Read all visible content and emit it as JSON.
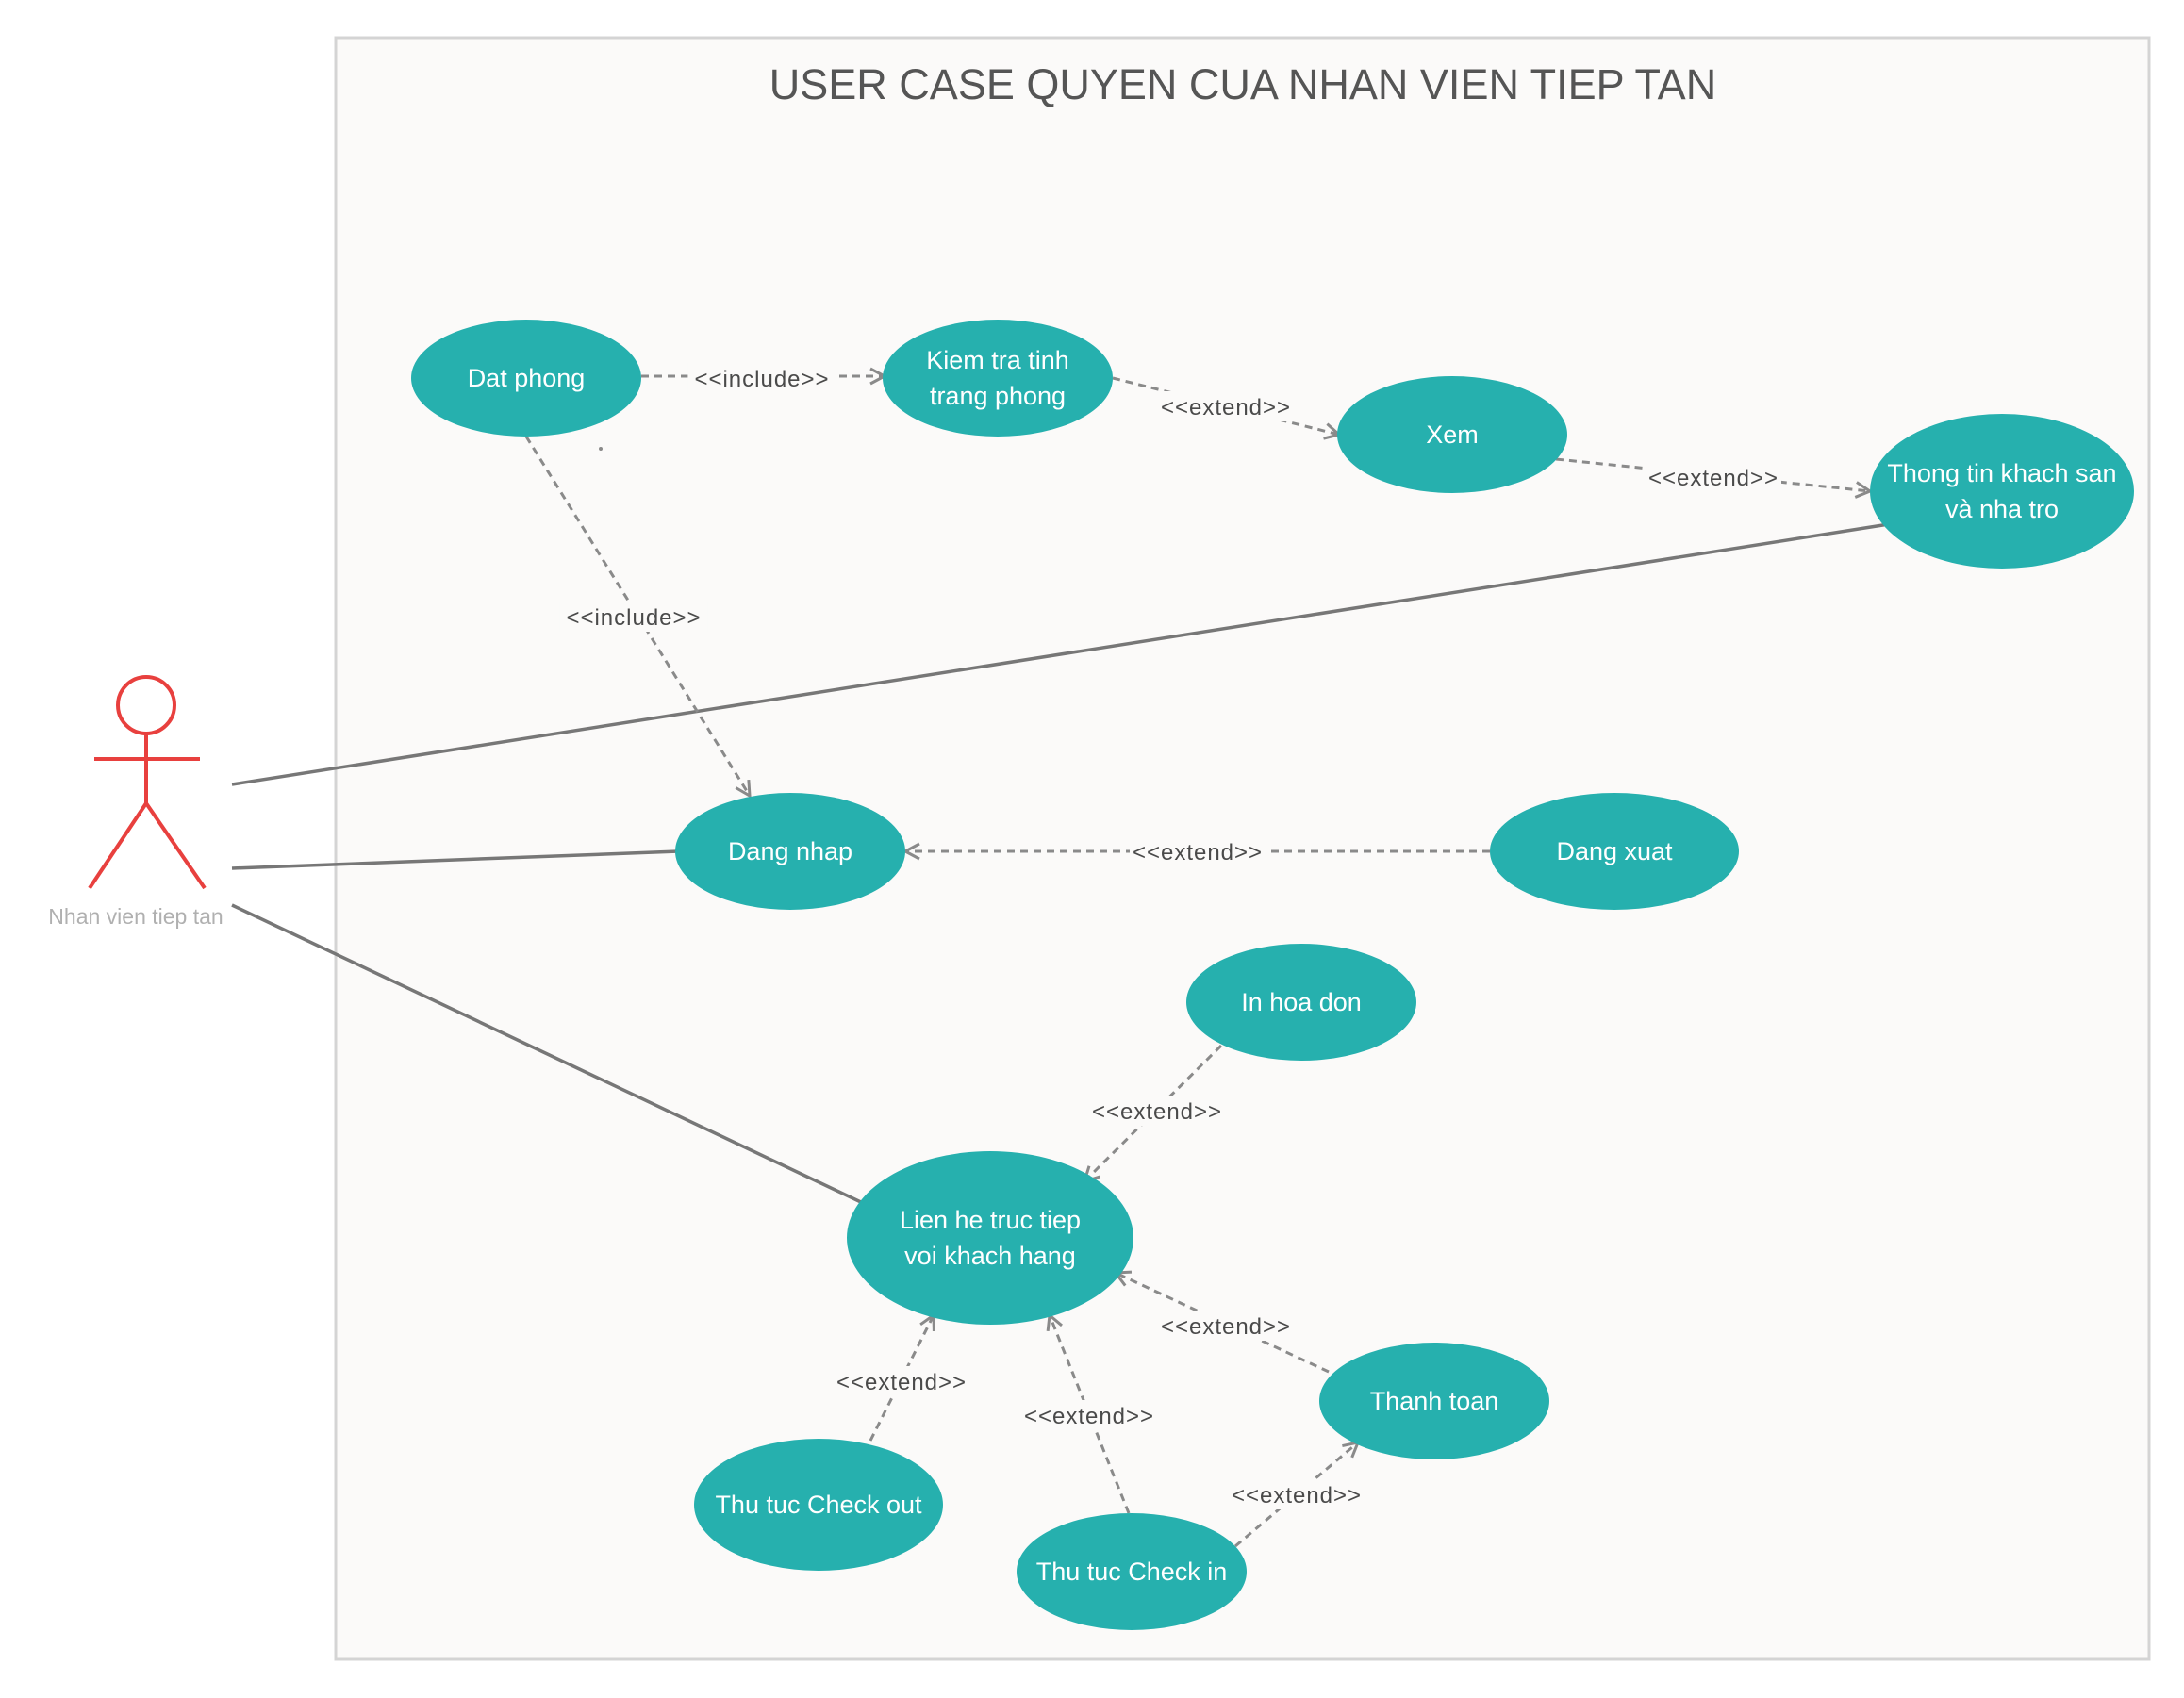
{
  "title": "USER CASE QUYEN CUA NHAN VIEN TIEP TAN",
  "actor": {
    "name": "Nhan vien tiep tan",
    "color": "#e8403e"
  },
  "colors": {
    "usecase_fill": "#26b0ae",
    "usecase_text": "#ffffff",
    "association_line": "#777777",
    "dependency_line": "#8a8a8a",
    "boundary_fill": "#fbfaf9",
    "boundary_stroke": "#d4d4d4"
  },
  "use_cases": [
    {
      "id": "dat-phong",
      "lines": [
        "Dat phong"
      ]
    },
    {
      "id": "kiem-tra",
      "lines": [
        "Kiem tra tinh",
        "trang phong"
      ]
    },
    {
      "id": "xem",
      "lines": [
        "Xem"
      ]
    },
    {
      "id": "thong-tin",
      "lines": [
        "Thong tin khach san",
        "và nha tro"
      ]
    },
    {
      "id": "dang-nhap",
      "lines": [
        "Dang nhap"
      ]
    },
    {
      "id": "dang-xuat",
      "lines": [
        "Dang xuat"
      ]
    },
    {
      "id": "in-hoa-don",
      "lines": [
        "In hoa don"
      ]
    },
    {
      "id": "lien-he",
      "lines": [
        "Lien he truc tiep",
        "voi khach hang"
      ]
    },
    {
      "id": "thanh-toan",
      "lines": [
        "Thanh toan"
      ]
    },
    {
      "id": "check-out",
      "lines": [
        "Thu tuc Check out"
      ]
    },
    {
      "id": "check-in",
      "lines": [
        "Thu tuc Check in"
      ]
    }
  ],
  "associations": [
    {
      "to": "thong-tin"
    },
    {
      "to": "dang-nhap"
    },
    {
      "to": "lien-he"
    }
  ],
  "relations": [
    {
      "from": "dat-phong",
      "to": "kiem-tra",
      "label": "<<include>>"
    },
    {
      "from": "kiem-tra",
      "to": "xem",
      "label": "<<extend>>"
    },
    {
      "from": "xem",
      "to": "thong-tin",
      "label": "<<extend>>"
    },
    {
      "from": "dat-phong",
      "to": "dang-nhap",
      "label": "<<include>>"
    },
    {
      "from": "dang-xuat",
      "to": "dang-nhap",
      "label": "<<extend>>"
    },
    {
      "from": "in-hoa-don",
      "to": "lien-he",
      "label": "<<extend>>"
    },
    {
      "from": "thanh-toan",
      "to": "lien-he",
      "label": "<<extend>>"
    },
    {
      "from": "check-out",
      "to": "lien-he",
      "label": "<<extend>>"
    },
    {
      "from": "check-in",
      "to": "lien-he",
      "label": "<<extend>>"
    },
    {
      "from": "check-in",
      "to": "thanh-toan",
      "label": "<<extend>>"
    }
  ]
}
